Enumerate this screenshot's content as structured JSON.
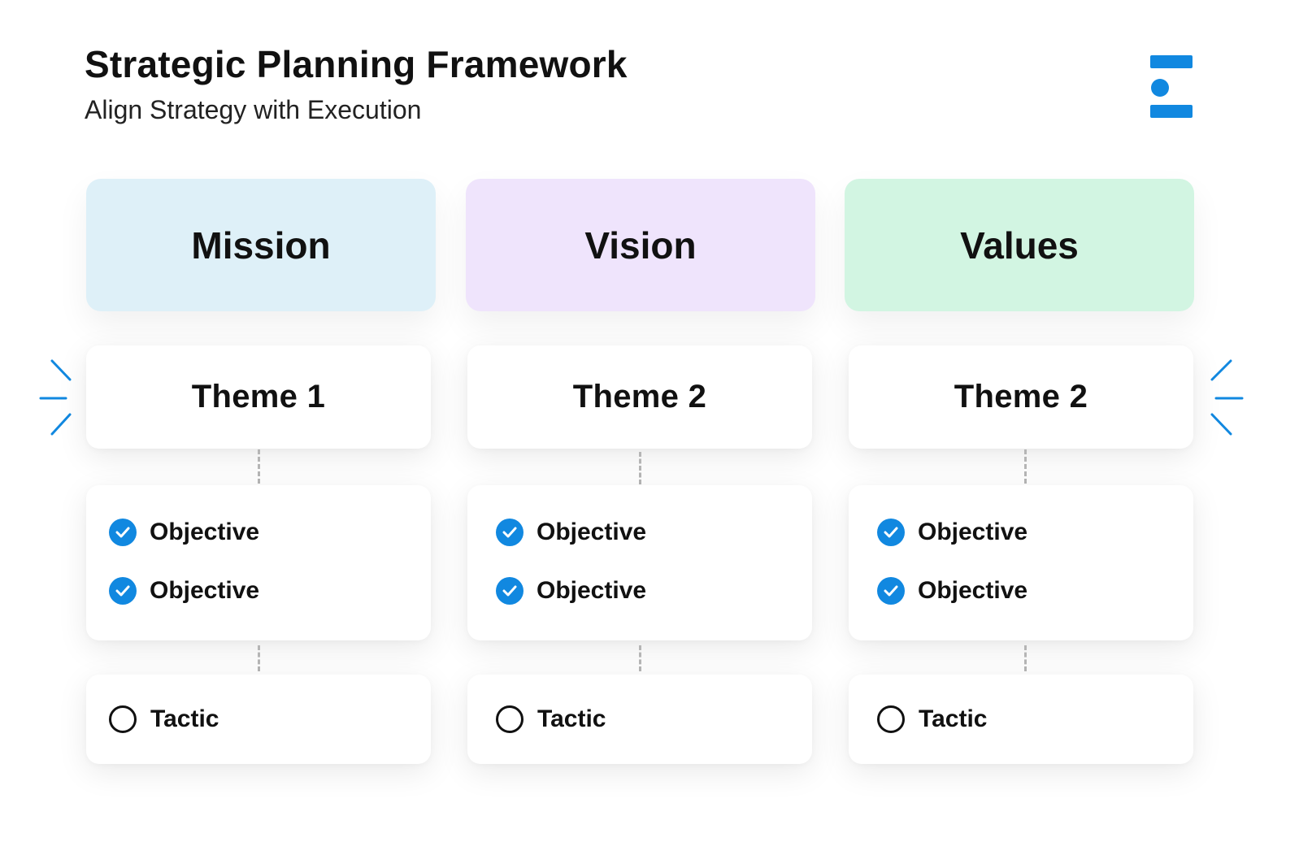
{
  "header": {
    "title": "Strategic Planning Framework",
    "subtitle": "Align Strategy with Execution",
    "logo_icon": "brand-logo-icon"
  },
  "colors": {
    "accent": "#1188e0",
    "mission_bg": "#def0f8",
    "vision_bg": "#efe4fc",
    "values_bg": "#d2f5e2"
  },
  "columns": [
    {
      "heading": "Mission",
      "theme": "Theme 1",
      "objectives": [
        "Objective",
        "Objective"
      ],
      "tactic": "Tactic"
    },
    {
      "heading": "Vision",
      "theme": "Theme 2",
      "objectives": [
        "Objective",
        "Objective"
      ],
      "tactic": "Tactic"
    },
    {
      "heading": "Values",
      "theme": "Theme 2",
      "objectives": [
        "Objective",
        "Objective"
      ],
      "tactic": "Tactic"
    }
  ]
}
